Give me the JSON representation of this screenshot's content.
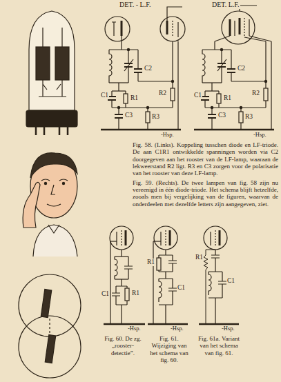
{
  "diagram": {
    "labels": [
      "DET. - L.F.",
      "DET. L.F.",
      "C2",
      "C1",
      "R1",
      "C3",
      "R3",
      "R2",
      "-Hsp.",
      "C2",
      "C1",
      "R1",
      "C3",
      "R3",
      "R2",
      "-Hsp.",
      "Fig. 58. (Links). Koppeling tusschen diode en LF-triode. De aan C1R1 ontwikkelde spanningen worden via C2 doorgegeven aan het rooster van de LF-lamp, waaraan de lekweerstand R2 ligt. R3 en C3 zorgen voor de polarisatie van het rooster van deze LF-lamp.",
      "Fig. 59. (Rechts). De twee lampen van fig. 58 zijn nu vereenigd in één diode-triode. Het schema blijft hetzelfde, zooals men bij vergelijking van de figuren, waarvan de onderdeelen met dezelfde letters zijn aangegeven, ziet.",
      "C1",
      "R1",
      "-Hsp.",
      "Fig. 60. De zg. „rooster-detectie”.",
      "R1",
      "C1",
      "-Hsp.",
      "Fig. 61. Wijziging van het schema van fig. 60.",
      "R1",
      "C1",
      "-Hsp.",
      "Fig. 61a. Variant van het schema van fig. 61."
    ]
  }
}
